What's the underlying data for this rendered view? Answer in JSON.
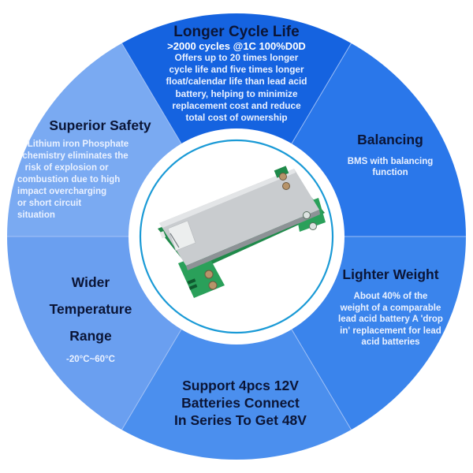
{
  "colors": {
    "top_segment": "#1563e0",
    "balancing_segment": "#2a77ea",
    "weight_segment": "#3a84ec",
    "series_segment": "#4b8fee",
    "temperature_segment": "#6a9ff0",
    "safety_segment": "#7aaaf2",
    "divider": "#a9c6f7",
    "inner_disk": "#ffffff",
    "inner_ring": "#1a9ad6",
    "title_text": "#0b1536",
    "body_text": "#eaf1ff"
  },
  "segments": {
    "cycle_life": {
      "title": "Longer Cycle Life",
      "subtitle": ">2000 cycles @1C 100%D0D",
      "lines": [
        "Offers up to 20 times longer",
        "cycle life and five times longer",
        "float/calendar life than lead acid",
        "battery, helping to minimize",
        "replacement cost and reduce",
        "total cost of ownership"
      ]
    },
    "safety": {
      "title": "Superior Safety",
      "lines": [
        "    Lithium iron Phosphate",
        "  chemistry eliminates the",
        "   risk of explosion or",
        "combustion due to high",
        "impact overcharging",
        "or short circuit",
        "situation"
      ]
    },
    "balancing": {
      "title": "Balancing",
      "lines": [
        "BMS with balancing",
        "function"
      ]
    },
    "weight": {
      "title": "Lighter Weight",
      "lines": [
        "About 40% of the",
        "weight of a comparable",
        "lead acid battery A 'drop",
        "in' replacement for lead",
        "acid batteries"
      ]
    },
    "temperature": {
      "title_lines": [
        "Wider",
        "Temperature",
        "Range"
      ],
      "range": "-20°C~60°C"
    },
    "series": {
      "title_lines": [
        "Support 4pcs 12V",
        "Batteries Connect",
        "In Series To Get 48V"
      ]
    }
  },
  "center_image": {
    "icon": "bms-circuit-board"
  }
}
